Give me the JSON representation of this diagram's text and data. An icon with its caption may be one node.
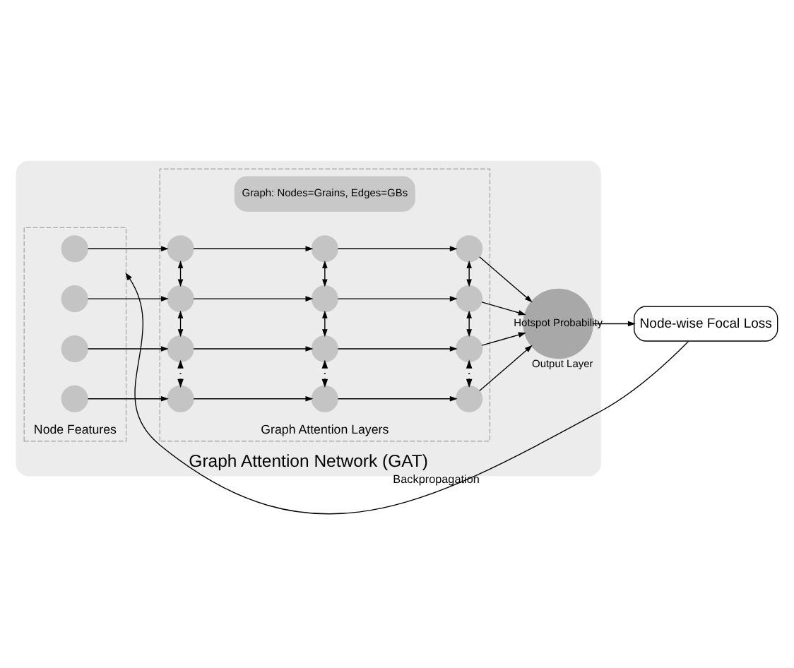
{
  "diagram": {
    "nodes": [
      {
        "text": [
          "Graph Attention Network (GAT)"
        ]
      },
      {
        "text": [
          "Node-wise Focal Loss"
        ]
      },
      {
        "text": [
          "Node Features"
        ],
        "in": 0
      },
      {
        "text": [],
        "shape": "circle",
        "in": 2
      },
      {
        "text": [],
        "shape": "circle",
        "in": 2
      },
      {
        "text": [],
        "shape": "circle",
        "in": 2
      },
      {
        "text": [],
        "shape": "circle",
        "in": 2
      },
      {
        "text": [
          "Graph Attention Layers"
        ],
        "in": 0
      },
      {
        "text": [
          "Graph: Nodes=Grains, Edges=GBs"
        ],
        "in": 7
      },
      {
        "text": [],
        "shape": "circle",
        "in": 7
      },
      {
        "text": [],
        "shape": "circle",
        "in": 7
      },
      {
        "text": [],
        "shape": "circle",
        "in": 7
      },
      {
        "text": [],
        "shape": "circle",
        "in": 7
      },
      {
        "text": [],
        "shape": "circle",
        "in": 7
      },
      {
        "text": [],
        "shape": "circle",
        "in": 7
      },
      {
        "text": [],
        "shape": "circle",
        "in": 7
      },
      {
        "text": [],
        "shape": "circle",
        "in": 7
      },
      {
        "text": [],
        "shape": "circle",
        "in": 7
      },
      {
        "text": [],
        "shape": "circle",
        "in": 7
      },
      {
        "text": [],
        "shape": "circle",
        "in": 7
      },
      {
        "text": [],
        "shape": "circle",
        "in": 7
      },
      {
        "text": [
          "Hotspot Probability"
        ],
        "beside": [
          "Output Layer"
        ],
        "in": 0
      }
    ],
    "edges": [
      {
        "from": 1,
        "to": 2,
        "arrow": "to",
        "label": "Backpropagation"
      },
      {
        "from": 21,
        "to": 1,
        "arrow": "to"
      },
      {
        "from": 3,
        "to": 9,
        "arrow": "to"
      },
      {
        "from": 4,
        "to": 12,
        "arrow": "to"
      },
      {
        "from": 5,
        "to": 15,
        "arrow": "to"
      },
      {
        "from": 6,
        "to": 18,
        "arrow": "to"
      },
      {
        "from": 9,
        "to": 10,
        "arrow": "to"
      },
      {
        "from": 10,
        "to": 11,
        "arrow": "to"
      },
      {
        "from": 12,
        "to": 13,
        "arrow": "to"
      },
      {
        "from": 13,
        "to": 14,
        "arrow": "to"
      },
      {
        "from": 15,
        "to": 16,
        "arrow": "to"
      },
      {
        "from": 16,
        "to": 17,
        "arrow": "to"
      },
      {
        "from": 18,
        "to": 19,
        "arrow": "to"
      },
      {
        "from": 19,
        "to": 20,
        "arrow": "to"
      },
      {
        "from": 9,
        "to": 12,
        "arrow": "both"
      },
      {
        "from": 12,
        "to": 15,
        "arrow": "both"
      },
      {
        "from": 15,
        "to": 18,
        "arrow": "both",
        "style": "dashed"
      },
      {
        "from": 10,
        "to": 13,
        "arrow": "both"
      },
      {
        "from": 13,
        "to": 16,
        "arrow": "both"
      },
      {
        "from": 16,
        "to": 19,
        "arrow": "both",
        "style": "dashed"
      },
      {
        "from": 11,
        "to": 14,
        "arrow": "both"
      },
      {
        "from": 14,
        "to": 17,
        "arrow": "both"
      },
      {
        "from": 17,
        "to": 20,
        "arrow": "both",
        "style": "dashed"
      },
      {
        "from": 11,
        "to": 21,
        "arrow": "to"
      },
      {
        "from": 14,
        "to": 21,
        "arrow": "to"
      },
      {
        "from": 17,
        "to": 21,
        "arrow": "to"
      },
      {
        "from": 20,
        "to": 21,
        "arrow": "to"
      }
    ]
  }
}
